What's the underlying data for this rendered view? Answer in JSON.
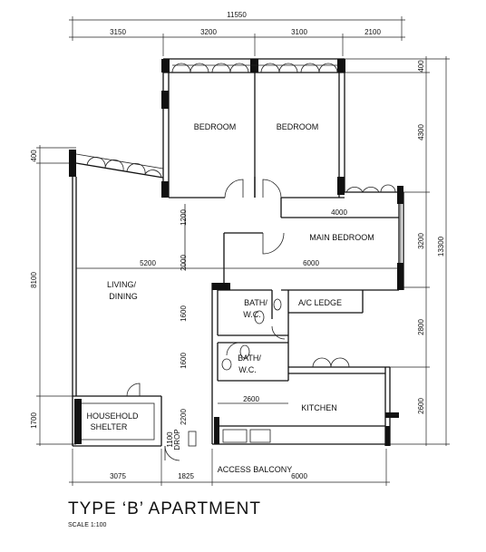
{
  "title": "TYPE ‘B’ APARTMENT",
  "scale": "SCALE 1:100",
  "dimensions": {
    "total_width": "11550",
    "top_segments": [
      "3150",
      "3200",
      "3100",
      "2100"
    ],
    "right_total": "13300",
    "right_segments": [
      "400",
      "4300",
      "3200",
      "2800",
      "2600"
    ],
    "left_segments": [
      "400",
      "8100",
      "1700"
    ],
    "bottom_segments": [
      "3075",
      "1825",
      "6000"
    ],
    "interior": {
      "d1200": "1200",
      "d2000": "2000",
      "d1600a": "1600",
      "d1600b": "1600",
      "d2200": "2200",
      "d1100": "1100",
      "d5200": "5200",
      "d6000": "6000",
      "d4000": "4000",
      "d2600": "2600"
    }
  },
  "rooms": {
    "bedroom1": "BEDROOM",
    "bedroom2": "BEDROOM",
    "main_bedroom": "MAIN BEDROOM",
    "living_line1": "LIVING/",
    "living_line2": "DINING",
    "bath1_line1": "BATH/",
    "bath1_line2": "W.C.",
    "bath2_line1": "BATH/",
    "bath2_line2": "W.C.",
    "ac_ledge": "A/C LEDGE",
    "kitchen": "KITCHEN",
    "shelter_line1": "HOUSEHOLD",
    "shelter_line2": "SHELTER",
    "access_balcony": "ACCESS BALCONY",
    "drop_label": "DROP"
  }
}
